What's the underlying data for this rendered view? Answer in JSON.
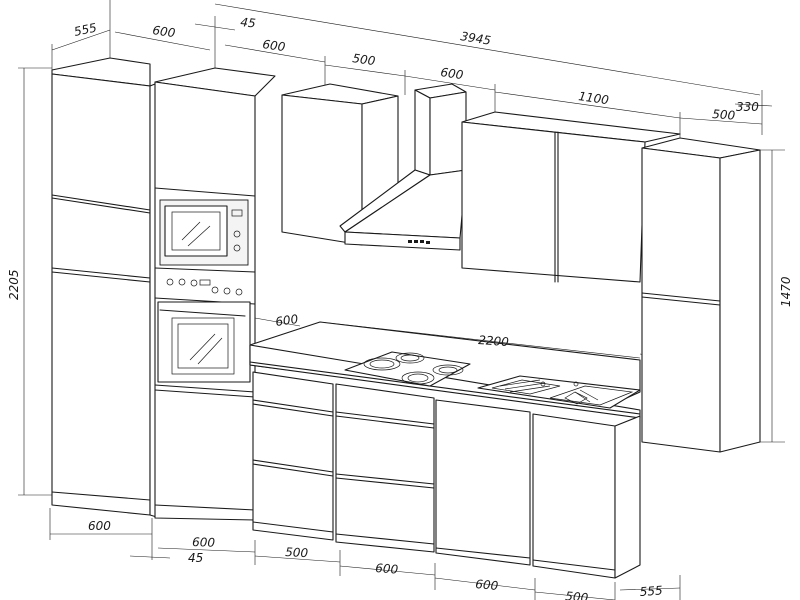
{
  "dimensions": {
    "top_depth_left": "555",
    "top_width_tall_left": "600",
    "top_gap": "45",
    "top_total": "3945",
    "top_width_oven": "600",
    "top_width_wall1": "500",
    "top_width_hood": "600",
    "top_width_wall2": "1100",
    "top_width_tall_right": "500",
    "top_depth_right": "330",
    "height_total": "2205",
    "height_right": "1470",
    "counter_depth": "600",
    "counter_length": "2200",
    "bottom_tall_left": "600",
    "bottom_oven": "600",
    "bottom_gap": "45",
    "bottom_drawers1": "500",
    "bottom_drawers2": "600",
    "bottom_sink": "600",
    "bottom_last": "500",
    "bottom_depth": "555"
  }
}
